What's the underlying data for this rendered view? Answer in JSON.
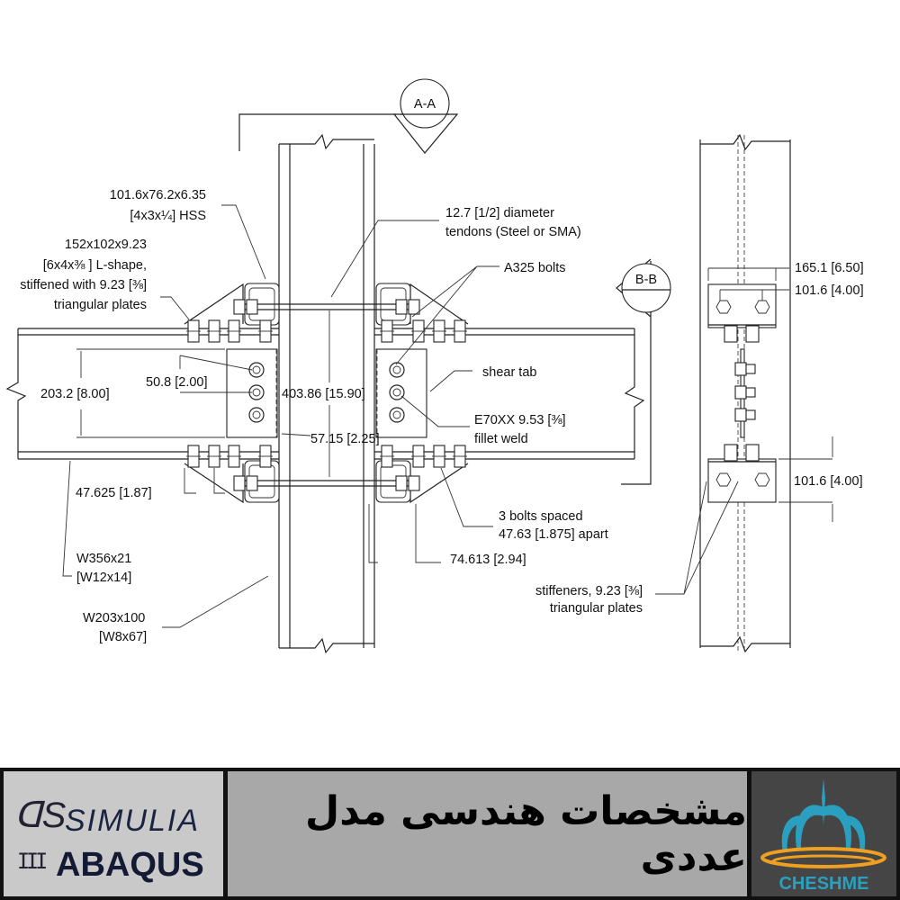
{
  "section_marks": {
    "a": "A-A",
    "b": "B-B"
  },
  "labels": {
    "hss_1": "101.6x76.2x6.35",
    "hss_2": "[4x3x¼] HSS",
    "lshape_1": "152x102x9.23",
    "lshape_2": "[6x4x⅜ ] L-shape,",
    "lshape_3": "stiffened with 9.23 [⅜]",
    "lshape_4": "triangular plates",
    "tendon_1": "12.7 [1/2] diameter",
    "tendon_2": "tendons (Steel or SMA)",
    "a325": "A325 bolts",
    "shear_tab": "shear tab",
    "weld_1": "E70XX 9.53 [⅜]",
    "weld_2": "fillet weld",
    "dim_203": "203.2 [8.00]",
    "dim_50": "50.8 [2.00]",
    "dim_403": "403.86 [15.90]",
    "dim_57": "57.15 [2.25]",
    "dim_47": "47.625 [1.87]",
    "bolts_1": "3 bolts spaced",
    "bolts_2": "47.63 [1.875] apart",
    "dim_74": "74.613 [2.94]",
    "beam_1": "W356x21",
    "beam_2": "[W12x14]",
    "col_1": "W203x100",
    "col_2": "[W8x67]",
    "dim_165": "165.1 [6.50]",
    "dim_101a": "101.6 [4.00]",
    "dim_101b": "101.6 [4.00]",
    "stiff_1": "stiffeners, 9.23 [⅜]",
    "stiff_2": "triangular plates"
  },
  "banner": {
    "left_logo_top": "SIMULIA",
    "left_logo_bottom": "ABAQUS",
    "title": "مشخصات هندسی مدل عددی",
    "right_logo": "CHESHME",
    "colors": {
      "dark": "#454545",
      "mid": "#a8a8a8",
      "accent_blue": "#2a9fc0",
      "accent_orange": "#f0a020"
    }
  }
}
